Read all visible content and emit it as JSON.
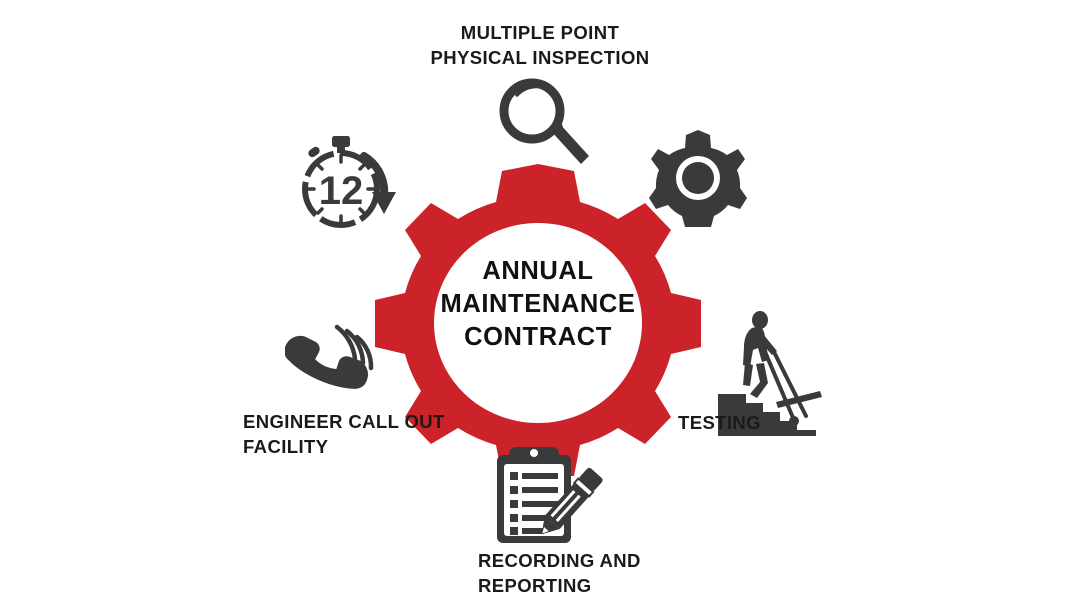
{
  "diagram": {
    "title": "Annual Maintenance Contract",
    "center": {
      "text": "ANNUAL\nMAINTENANCE\nCONTRACT",
      "shape": "gear",
      "teeth": 10,
      "fill_color": "#CC2229",
      "hub_color": "#FFFFFF",
      "text_color": "#111111"
    },
    "background_color": "#FFFFFF",
    "icon_color": "#3A3A3A",
    "nodes": [
      {
        "id": "inspection",
        "label": "MULTIPLE POINT\nPHYSICAL INSPECTION",
        "icon": "magnifier-icon",
        "position": "top",
        "label_align": "center"
      },
      {
        "id": "servicing",
        "label": "",
        "icon": "cog-icon",
        "position": "top-right",
        "label_align": "center"
      },
      {
        "id": "testing",
        "label": "TESTING",
        "icon": "person-on-ramp-icon",
        "position": "right",
        "label_align": "left"
      },
      {
        "id": "recording",
        "label": "RECORDING AND\nREPORTING",
        "icon": "clipboard-pencil-icon",
        "position": "bottom",
        "label_align": "left"
      },
      {
        "id": "engineer",
        "label": "ENGINEER CALL OUT\nFACILITY",
        "icon": "ringing-phone-icon",
        "position": "left",
        "label_align": "left"
      },
      {
        "id": "twelve-month",
        "label": "",
        "icon": "stopwatch-12-icon",
        "position": "top-left",
        "label_align": "center",
        "badge_value": "12"
      }
    ]
  }
}
